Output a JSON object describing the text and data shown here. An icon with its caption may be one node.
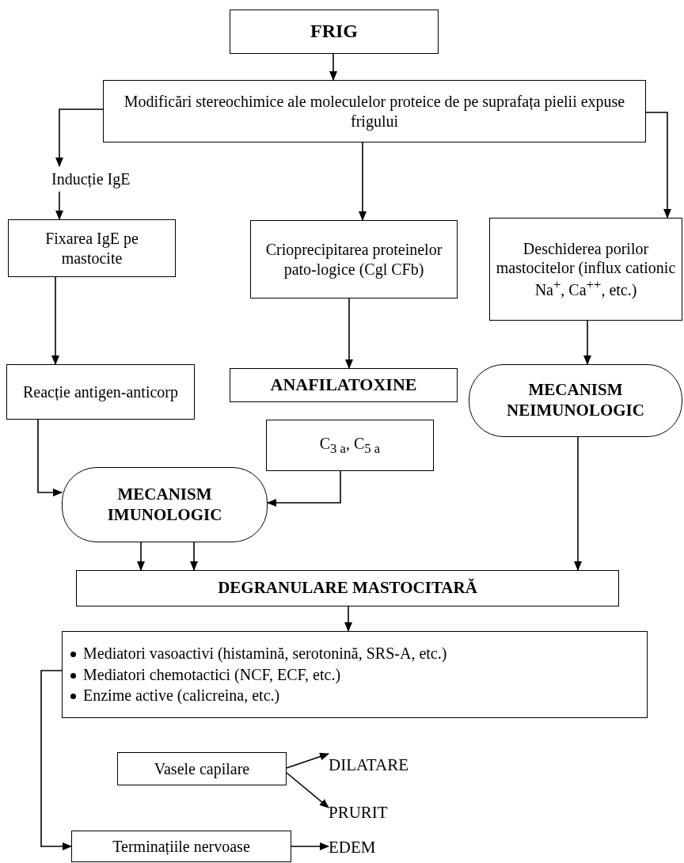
{
  "diagram": {
    "nodes": [
      {
        "text": [
          "FRIG"
        ]
      },
      {
        "text": [
          "Modificări stereochimice ale moleculelor proteice de pe suprafața pielii expuse frigului"
        ]
      },
      {
        "text": [
          "Inducție IgE"
        ]
      },
      {
        "text": [
          "Fixarea IgE pe mastocite"
        ]
      },
      {
        "text": [
          "Crioprecipitarea proteinelor pato-logice (Cgl CFb)"
        ]
      },
      {
        "text": [
          "Deschiderea porilor mastocitelor (influx cationic Na$^{+}$, Ca$^{++}$, etc.)"
        ]
      },
      {
        "text": [
          "Reacție antigen-anticorp"
        ]
      },
      {
        "text": [
          "ANAFILATOXINE"
        ]
      },
      {
        "text": [
          "MECANISM NEIMUNOLOGIC"
        ]
      },
      {
        "text": [
          "C$_{3 a}$, C$_{5 a}$"
        ]
      },
      {
        "text": [
          "MECANISM IMUNOLOGIC"
        ]
      },
      {
        "text": [
          "DEGRANULARE MASTOCITARĂ"
        ]
      },
      {
        "text": [
          "Mediatori vasoactivi (histamină, serotonină, SRS-A, etc.)",
          "Mediatori chemotactici (NCF, ECF, etc.)",
          "Enzime active (calicreina, etc.)"
        ]
      },
      {
        "text": [
          "Vasele capilare"
        ]
      },
      {
        "text": [
          "DILATARE"
        ]
      },
      {
        "text": [
          "PRURIT"
        ]
      },
      {
        "text": [
          "Terminațiile nervoase"
        ]
      },
      {
        "text": [
          "EDEM"
        ]
      }
    ],
    "edges": [
      {
        "from": 0,
        "to": 1,
        "arrow": "to"
      },
      {
        "from": 1,
        "to": 2,
        "arrow": "to"
      },
      {
        "from": 2,
        "to": 3,
        "arrow": "to"
      },
      {
        "from": 1,
        "to": 4,
        "arrow": "to"
      },
      {
        "from": 1,
        "to": 5,
        "arrow": "to"
      },
      {
        "from": 3,
        "to": 6,
        "arrow": "to"
      },
      {
        "from": 4,
        "to": 7,
        "arrow": "to"
      },
      {
        "from": 5,
        "to": 8,
        "arrow": "to"
      },
      {
        "from": 6,
        "to": 10,
        "arrow": "to"
      },
      {
        "from": 9,
        "to": 10,
        "arrow": "to"
      },
      {
        "from": 10,
        "to": 11,
        "arrow": "to"
      },
      {
        "from": 10,
        "to": 11,
        "arrow": "to"
      },
      {
        "from": 8,
        "to": 11,
        "arrow": "to"
      },
      {
        "from": 11,
        "to": 12,
        "arrow": "to"
      },
      {
        "from": 12,
        "to": 16,
        "arrow": "to"
      },
      {
        "from": 13,
        "to": 14,
        "arrow": "to"
      },
      {
        "from": 13,
        "to": 15,
        "arrow": "to"
      },
      {
        "from": 16,
        "to": 17,
        "arrow": "to"
      }
    ]
  }
}
